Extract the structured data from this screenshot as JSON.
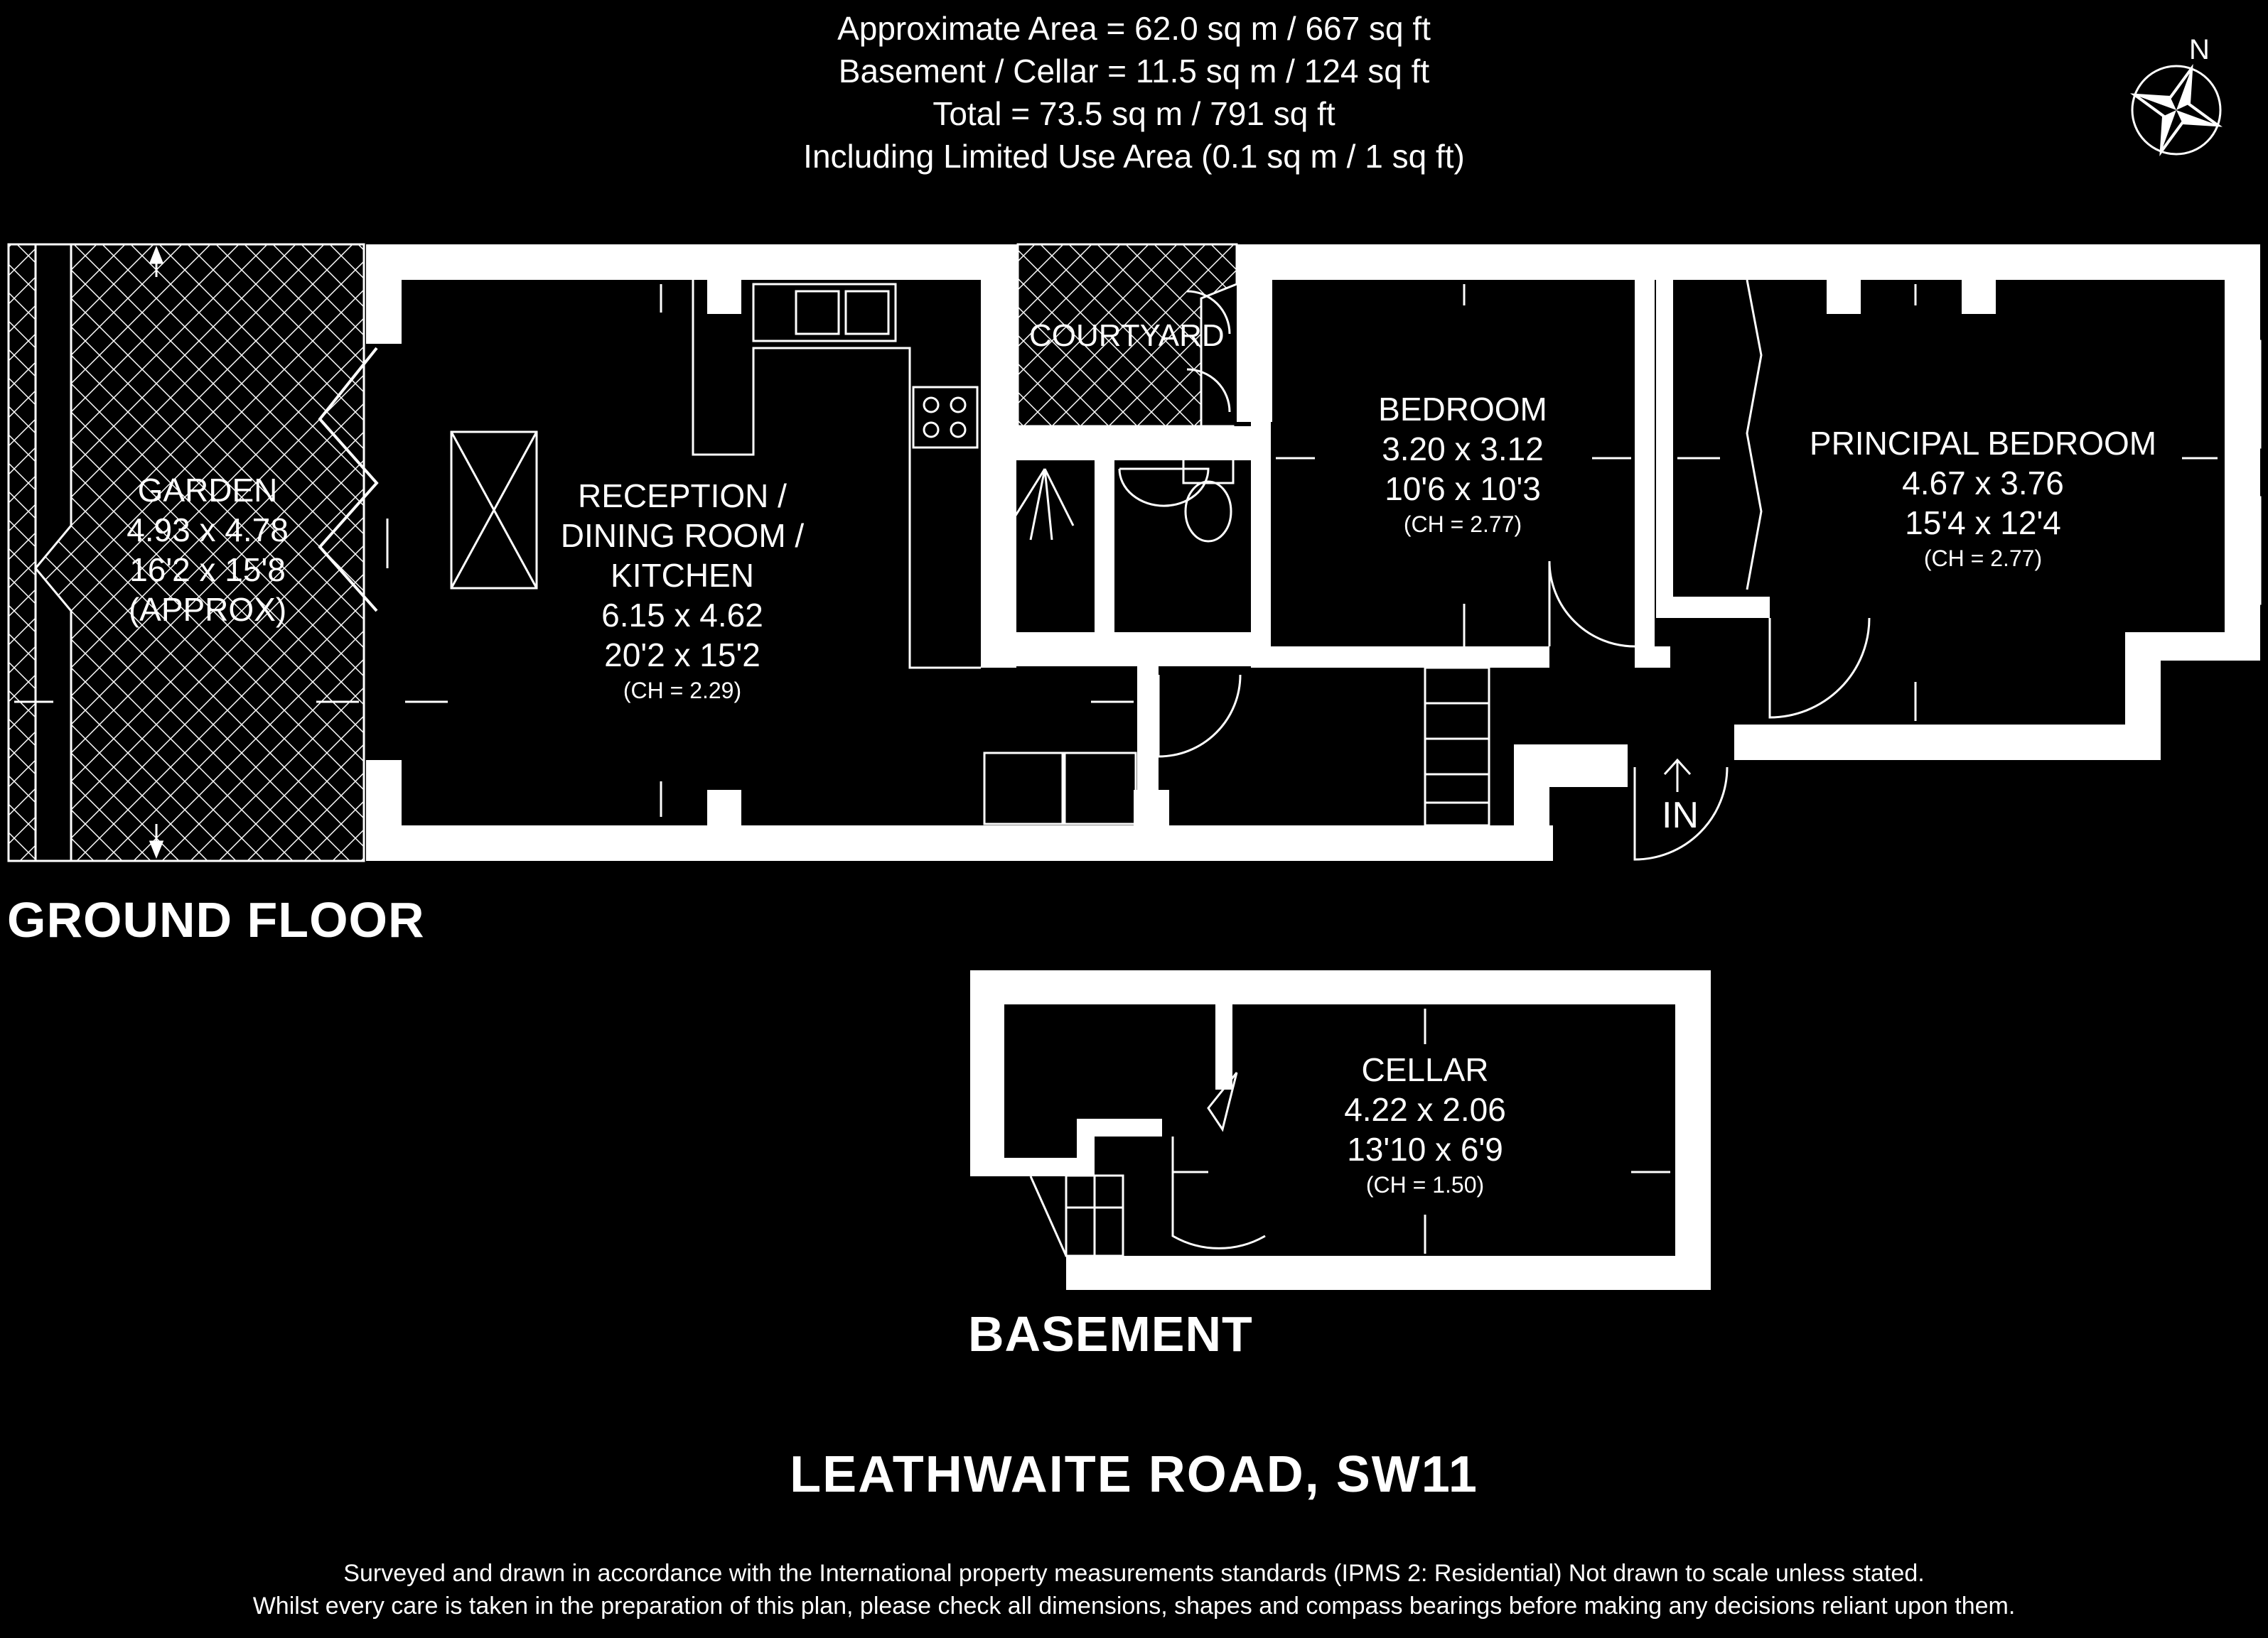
{
  "header": {
    "line1": "Approximate Area = 62.0 sq m / 667 sq ft",
    "line2": "Basement / Cellar = 11.5 sq m / 124 sq ft",
    "line3": "Total = 73.5 sq m / 791 sq ft",
    "line4": "Including Limited Use Area (0.1 sq m / 1 sq ft)"
  },
  "compass": {
    "label": "N"
  },
  "rooms": {
    "garden": {
      "name": "GARDEN",
      "metric": "4.93 x 4.78",
      "imperial": "16'2 x 15'8",
      "note": "(APPROX)"
    },
    "reception": {
      "name1": "RECEPTION /",
      "name2": "DINING ROOM /",
      "name3": "KITCHEN",
      "metric": "6.15 x 4.62",
      "imperial": "20'2 x 15'2",
      "ch": "(CH = 2.29)"
    },
    "courtyard": {
      "name": "COURTYARD"
    },
    "bedroom": {
      "name": "BEDROOM",
      "metric": "3.20 x 3.12",
      "imperial": "10'6 x 10'3",
      "ch": "(CH = 2.77)"
    },
    "principal": {
      "name": "PRINCIPAL BEDROOM",
      "metric": "4.67 x 3.76",
      "imperial": "15'4 x 12'4",
      "ch": "(CH = 2.77)"
    },
    "cellar": {
      "name": "CELLAR",
      "metric": "4.22 x 2.06",
      "imperial": "13'10 x 6'9",
      "ch": "(CH = 1.50)"
    }
  },
  "entrance": {
    "label": "IN"
  },
  "floors": {
    "ground": "GROUND FLOOR",
    "basement": "BASEMENT"
  },
  "address": "LEATHWAITE ROAD, SW11",
  "disclaimer": {
    "line1": "Surveyed and drawn in accordance with the International property measurements standards (IPMS 2: Residential) Not drawn to scale unless stated.",
    "line2": "Whilst every care is taken in the preparation of this plan, please check all dimensions, shapes and compass bearings before making any decisions reliant upon them."
  }
}
